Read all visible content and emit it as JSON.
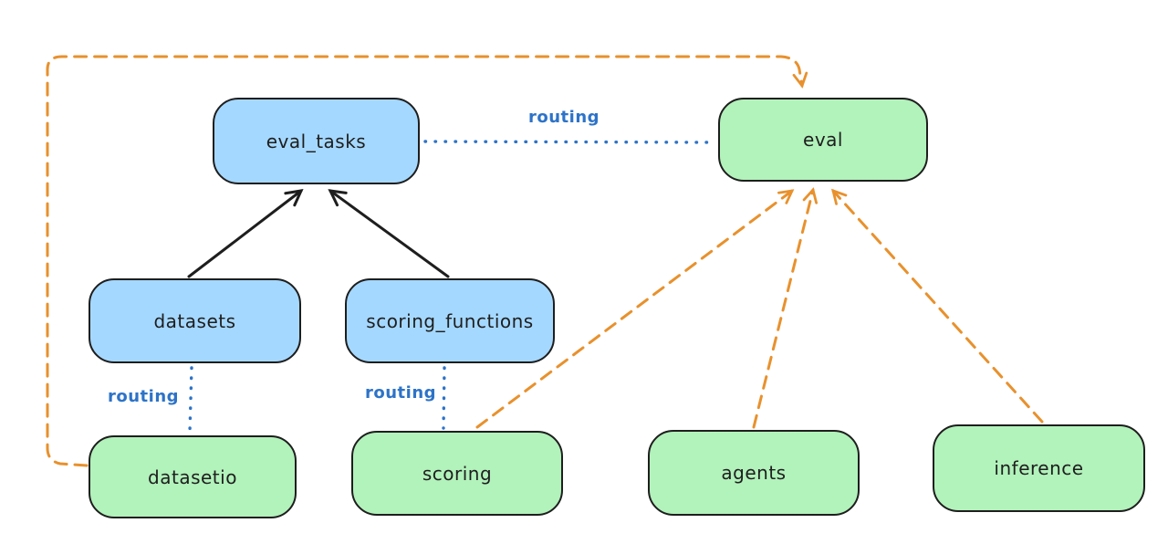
{
  "diagram": {
    "nodes": {
      "eval_tasks": {
        "label": "eval_tasks",
        "kind": "api"
      },
      "eval": {
        "label": "eval",
        "kind": "provider"
      },
      "datasets": {
        "label": "datasets",
        "kind": "api"
      },
      "scoring_functions": {
        "label": "scoring_functions",
        "kind": "api"
      },
      "datasetio": {
        "label": "datasetio",
        "kind": "provider"
      },
      "scoring": {
        "label": "scoring",
        "kind": "provider"
      },
      "agents": {
        "label": "agents",
        "kind": "provider"
      },
      "inference": {
        "label": "inference",
        "kind": "provider"
      }
    },
    "edge_labels": {
      "routing_top": "routing",
      "routing_datasets": "routing",
      "routing_scoring": "routing"
    },
    "edges": [
      {
        "from": "datasets",
        "to": "eval_tasks",
        "style": "solid-black-arrow"
      },
      {
        "from": "scoring_functions",
        "to": "eval_tasks",
        "style": "solid-black-arrow"
      },
      {
        "from": "eval_tasks",
        "to": "eval",
        "style": "dotted-blue",
        "label": "routing"
      },
      {
        "from": "datasets",
        "to": "datasetio",
        "style": "dotted-blue",
        "label": "routing"
      },
      {
        "from": "scoring_functions",
        "to": "scoring",
        "style": "dotted-blue",
        "label": "routing"
      },
      {
        "from": "datasetio",
        "to": "eval",
        "style": "dashed-orange-arrow"
      },
      {
        "from": "scoring",
        "to": "eval",
        "style": "dashed-orange-arrow"
      },
      {
        "from": "agents",
        "to": "eval",
        "style": "dashed-orange-arrow"
      },
      {
        "from": "inference",
        "to": "eval",
        "style": "dashed-orange-arrow"
      }
    ]
  },
  "colors": {
    "api_fill": "#a5d8ff",
    "provider_fill": "#b2f2bb",
    "stroke": "#1e1e1e",
    "routing_blue": "#2d73c8",
    "orange": "#e8912d",
    "bg": "#ffffff"
  }
}
